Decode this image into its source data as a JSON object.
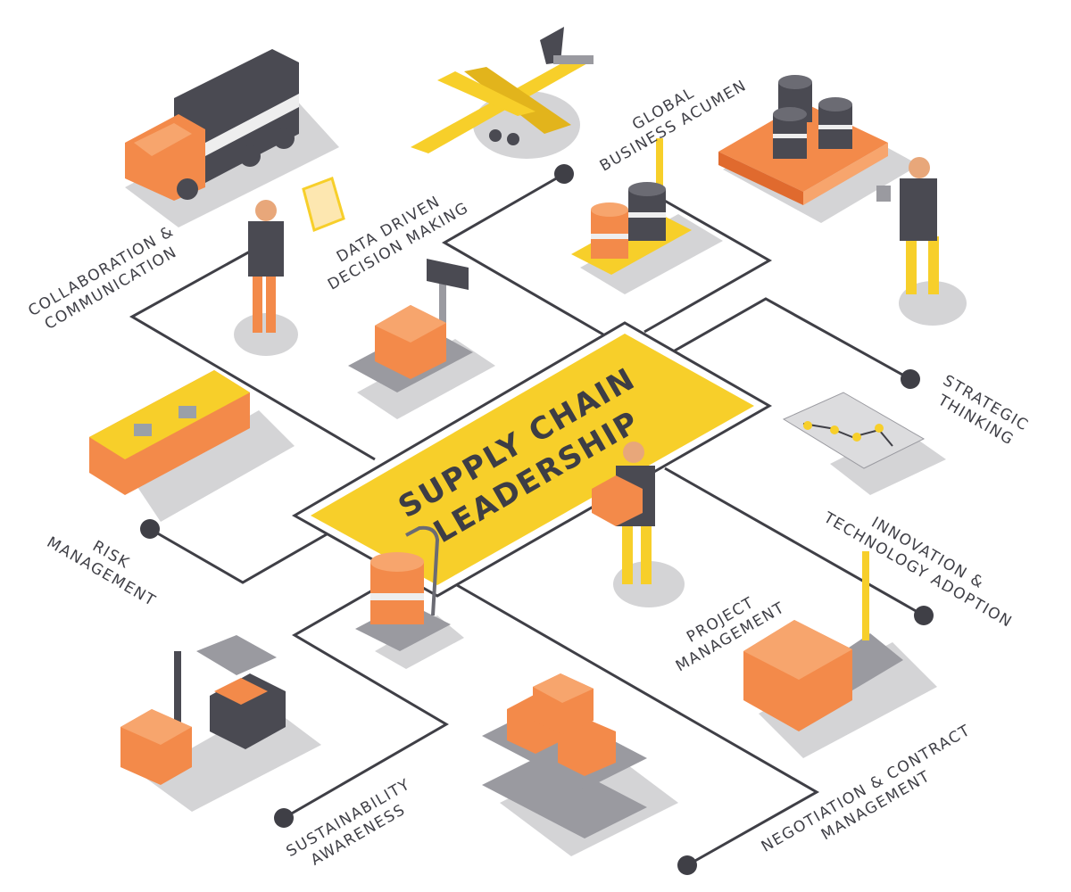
{
  "center": {
    "line1": "SUPPLY CHAIN",
    "line2": "LEADERSHIP"
  },
  "labels": {
    "collaboration": {
      "line1": "COLLABORATION &",
      "line2": "COMMUNICATION"
    },
    "data_driven": {
      "line1": "DATA DRIVEN",
      "line2": "DECISION MAKING"
    },
    "global": {
      "line1": "GLOBAL",
      "line2": "BUSINESS ACUMEN"
    },
    "strategic": {
      "line1": "STRATEGIC",
      "line2": "THINKING"
    },
    "innovation": {
      "line1": "INNOVATION &",
      "line2": "TECHNOLOGY ADOPTION"
    },
    "project": {
      "line1": "PROJECT",
      "line2": "MANAGEMENT"
    },
    "negotiation": {
      "line1": "NEGOTIATION & CONTRACT",
      "line2": "MANAGEMENT"
    },
    "sustainability": {
      "line1": "SUSTAINABILITY",
      "line2": "AWARENESS"
    },
    "risk": {
      "line1": "RISK",
      "line2": "MANAGEMENT"
    }
  },
  "colors": {
    "accent": "#f7cf2a",
    "orange": "#f38a4a",
    "line": "#3f3f46"
  }
}
